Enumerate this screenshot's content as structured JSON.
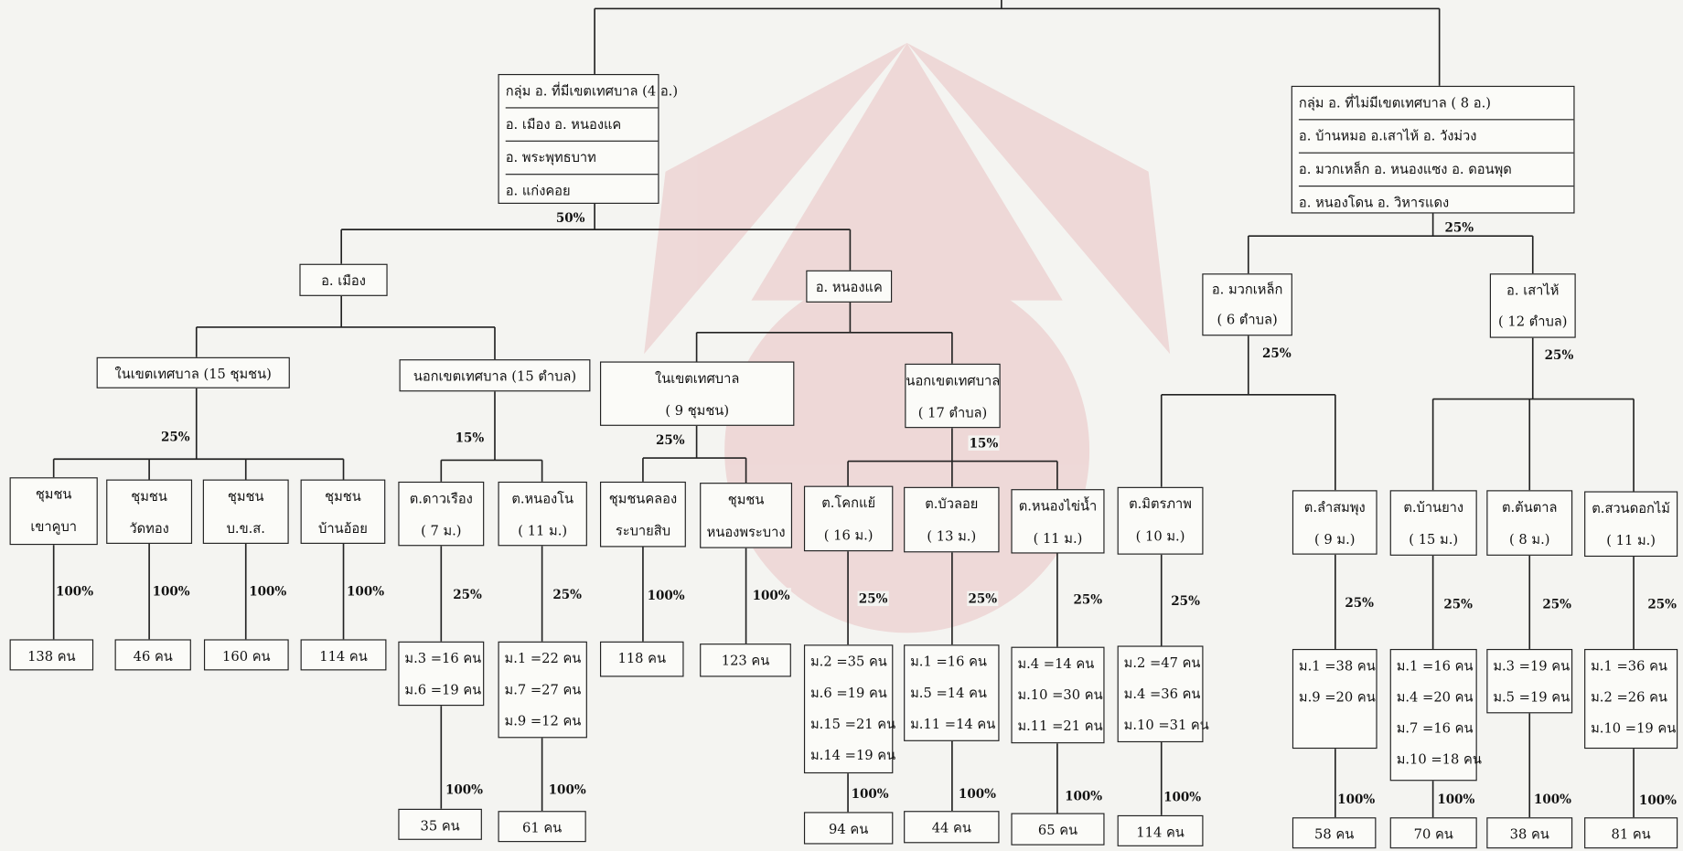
{
  "groups": {
    "municipal": {
      "title": "กลุ่ม อ. ที่มีเขตเทศบาล (4 อ.)",
      "items": [
        "อ. เมือง อ. หนองแค",
        "อ. พระพุทธบาท",
        "อ. แก่งคอย"
      ],
      "pct": "50%"
    },
    "non_municipal": {
      "title": "กลุ่ม อ. ที่ไม่มีเขตเทศบาล ( 8 อ.)",
      "items": [
        "อ. บ้านหมอ อ.เสาไห้ อ. วังม่วง",
        "อ. มวกเหล็ก อ. หนองแซง อ. ดอนพุด",
        "อ. หนองโดน อ. วิหารแดง"
      ],
      "pct": "25%"
    }
  },
  "districts": {
    "mueang": "อ. เมือง",
    "nongkhae": "อ. หนองแค",
    "muaklek": [
      "อ. มวกเหล็ก",
      "( 6 ตำบล)"
    ],
    "muaklek_pct": "25%",
    "saohai": [
      "อ. เสาไห้",
      "( 12 ตำบล)"
    ],
    "saohai_pct": "25%"
  },
  "zones": {
    "mueang_in": "ในเขตเทศบาล (15 ชุมชน)",
    "mueang_in_pct": "25%",
    "mueang_out": "นอกเขตเทศบาล (15 ตำบล)",
    "mueang_out_pct": "15%",
    "nk_in": [
      "ในเขตเทศบาล",
      "( 9 ชุมชน)"
    ],
    "nk_in_pct": "25%",
    "nk_out": [
      "นอกเขตเทศบาล",
      "( 17 ตำบล)"
    ],
    "nk_out_pct": "15%"
  },
  "units": [
    {
      "label": [
        "ชุมชน",
        "เขาคูบา"
      ],
      "pct": "100%",
      "result": [
        "138 คน"
      ]
    },
    {
      "label": [
        "ชุมชน",
        "วัดทอง"
      ],
      "pct": "100%",
      "result": [
        "46 คน"
      ]
    },
    {
      "label": [
        "ชุมชน",
        "บ.ข.ส."
      ],
      "pct": "100%",
      "result": [
        "160 คน"
      ]
    },
    {
      "label": [
        "ชุมชน",
        "บ้านอ้อย"
      ],
      "pct": "100%",
      "result": [
        "114 คน"
      ]
    },
    {
      "label": [
        "ต.ดาวเรือง",
        "( 7 ม.)"
      ],
      "pct": "25%",
      "villages": [
        "ม.3 =16 คน",
        "ม.6 =19 คน"
      ],
      "pct2": "100%",
      "result": [
        "35 คน"
      ]
    },
    {
      "label": [
        "ต.หนองโน",
        "( 11 ม.)"
      ],
      "pct": "25%",
      "villages": [
        "ม.1 =22 คน",
        "ม.7 =27 คน",
        "ม.9 =12 คน"
      ],
      "pct2": "100%",
      "result": [
        "61 คน"
      ]
    },
    {
      "label": [
        "ชุมชนคลอง",
        "ระบายสิบ"
      ],
      "pct": "100%",
      "result": [
        "118 คน"
      ]
    },
    {
      "label": [
        "ชุมชน",
        "หนองพระบาง"
      ],
      "pct": "100%",
      "result": [
        "123 คน"
      ]
    },
    {
      "label": [
        "ต.โคกแย้",
        "( 16 ม.)"
      ],
      "pct": "25%",
      "villages": [
        "ม.2 =35 คน",
        "ม.6 =19 คน",
        "ม.15 =21 คน",
        "ม.14 =19 คน"
      ],
      "pct2": "100%",
      "result": [
        "94 คน"
      ]
    },
    {
      "label": [
        "ต.บัวลอย",
        "( 13 ม.)"
      ],
      "pct": "25%",
      "villages": [
        "ม.1 =16 คน",
        "ม.5 =14 คน",
        "ม.11 =14 คน"
      ],
      "pct2": "100%",
      "result": [
        "44 คน"
      ]
    },
    {
      "label": [
        "ต.หนองไข่น้ำ",
        "( 11 ม.)"
      ],
      "pct": "25%",
      "villages": [
        "ม.4 =14 คน",
        "ม.10 =30 คน",
        "ม.11 =21 คน"
      ],
      "pct2": "100%",
      "result": [
        "65 คน"
      ]
    },
    {
      "label": [
        "ต.มิตรภาพ",
        "( 10 ม.)"
      ],
      "pct": "25%",
      "villages": [
        "ม.2 =47 คน",
        "ม.4 =36 คน",
        "ม.10 =31 คน"
      ],
      "pct2": "100%",
      "result": [
        "114 คน"
      ]
    },
    {
      "label": [
        "ต.ลำสมพุง",
        "( 9 ม.)"
      ],
      "pct": "25%",
      "villages": [
        "ม.1 =38 คน",
        "ม.9 =20 คน"
      ],
      "pct2": "100%",
      "result": [
        "58 คน"
      ]
    },
    {
      "label": [
        "ต.บ้านยาง",
        "( 15 ม.)"
      ],
      "pct": "25%",
      "villages": [
        "ม.1 =16 คน",
        "ม.4 =20 คน",
        "ม.7 =16 คน",
        "ม.10 =18 คน"
      ],
      "pct2": "100%",
      "result": [
        "70 คน"
      ]
    },
    {
      "label": [
        "ต.ต้นตาล",
        "( 8 ม.)"
      ],
      "pct": "25%",
      "villages": [
        "ม.3 =19 คน",
        "ม.5 =19 คน"
      ],
      "pct2": "100%",
      "result": [
        "38 คน"
      ]
    },
    {
      "label": [
        "ต.สวนดอกไม้",
        "( 11 ม.)"
      ],
      "pct": "25%",
      "villages": [
        "ม.1 =36 คน",
        "ม.2 =26 คน",
        "ม.10 =19 คน"
      ],
      "pct2": "100%",
      "result": [
        "81 คน"
      ]
    }
  ]
}
